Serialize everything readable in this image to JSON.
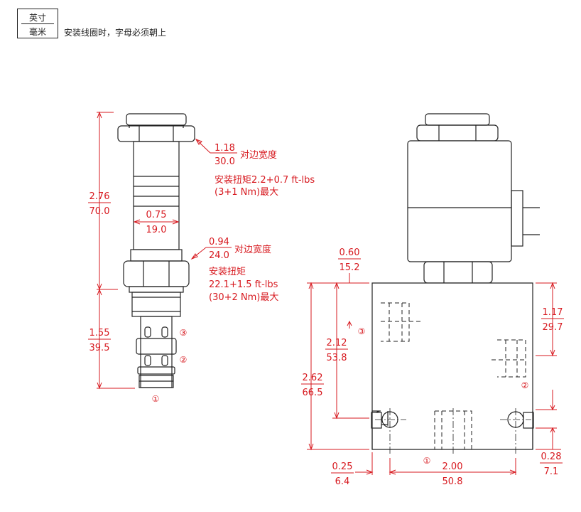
{
  "legend": {
    "inch_label": "英寸",
    "mm_label": "毫米",
    "note": "安装线圈时，字母必须朝上"
  },
  "colors": {
    "dimension": "#d7191f",
    "outline": "#222222",
    "background": "#ffffff"
  },
  "cartridge": {
    "overall_length": {
      "inch": "2.76",
      "mm": "70.0"
    },
    "lower_length": {
      "inch": "1.55",
      "mm": "39.5"
    },
    "stem_diameter": {
      "inch": "0.75",
      "mm": "19.0"
    },
    "nut_flats": {
      "inch": "1.18",
      "mm": "30.0",
      "suffix": "对边宽度"
    },
    "nut_torque_label": "安装扭矩2.2+0.7 ft-lbs",
    "nut_torque_nm": "(3+1 Nm)最大",
    "hex_flats": {
      "inch": "0.94",
      "mm": "24.0",
      "suffix": "对边宽度"
    },
    "hex_torque_title": "安装扭矩",
    "hex_torque_ftlbs": "22.1+1.5 ft-lbs",
    "hex_torque_nm": "(30+2 Nm)最大",
    "port_labels": [
      "③",
      "②",
      "①"
    ]
  },
  "block": {
    "top_offset": {
      "inch": "0.60",
      "mm": "15.2"
    },
    "port3_height": {
      "inch": "2.12",
      "mm": "53.8"
    },
    "overall_height": {
      "inch": "2.62",
      "mm": "66.5"
    },
    "port2_offset": {
      "inch": "1.17",
      "mm": "29.7"
    },
    "bottom_offset": {
      "inch": "0.28",
      "mm": "7.1"
    },
    "left_offset": {
      "inch": "0.25",
      "mm": "6.4"
    },
    "hole_spacing": {
      "inch": "2.00",
      "mm": "50.8"
    },
    "port_labels": [
      "③",
      "②",
      "①"
    ]
  }
}
